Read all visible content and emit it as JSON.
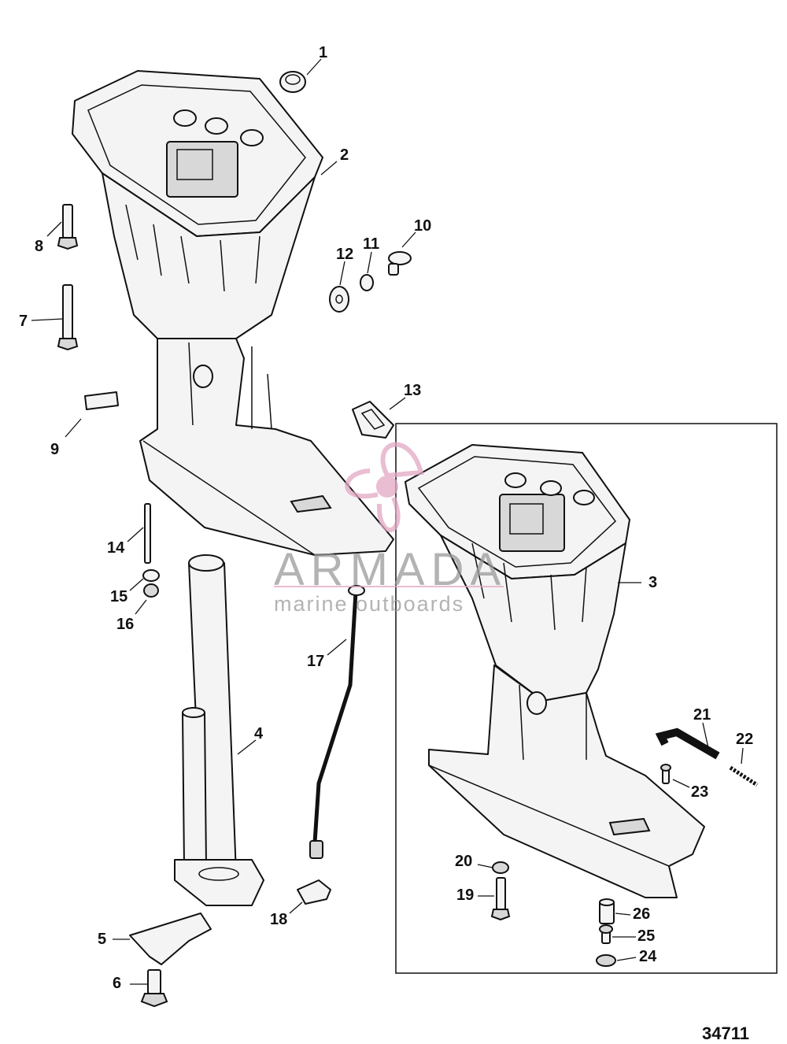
{
  "diagram": {
    "figure_number": "34711",
    "watermark": {
      "brand": "ARMADA",
      "tagline": "marine outboards"
    },
    "callouts": [
      "1",
      "2",
      "3",
      "4",
      "5",
      "6",
      "7",
      "8",
      "9",
      "10",
      "11",
      "12",
      "13",
      "14",
      "15",
      "16",
      "17",
      "18",
      "19",
      "20",
      "21",
      "22",
      "23",
      "24",
      "25",
      "26"
    ],
    "colors": {
      "line": "#111111",
      "watermark_pink": "#e2a7c4",
      "watermark_gray": "#9a9a9a"
    }
  }
}
